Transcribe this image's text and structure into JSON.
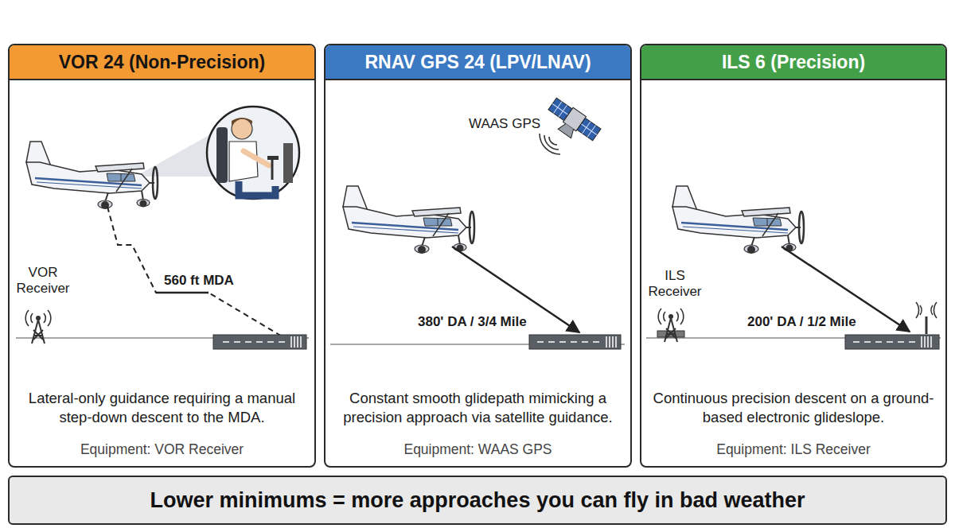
{
  "diagram": {
    "nodes": [
      {
        "text": [
          "VOR 24 (Non-Precision)",
          "Lateral-only guidance requiring a manual step-down descent to the MDA.",
          "Equipment: VOR Receiver"
        ]
      },
      {
        "text": [
          "RNAV GPS 24 (LPV/LNAV)",
          "Constant smooth glidepath mimicking a precision approach via satellite guidance.",
          "Equipment: WAAS GPS"
        ]
      },
      {
        "text": [
          "ILS 6 (Precision)",
          "Continuous precision descent on a ground-based electronic glideslope.",
          "Equipment: ILS Receiver"
        ]
      },
      {
        "text": [
          "Lower minimums = more approaches you can fly in bad weather"
        ]
      }
    ],
    "labels": [
      "VOR Receiver",
      "560 ft MDA",
      "WAAS GPS",
      "380' DA / 3/4 Mile",
      "ILS Receiver",
      "200' DA / 1/2 Mile"
    ]
  }
}
